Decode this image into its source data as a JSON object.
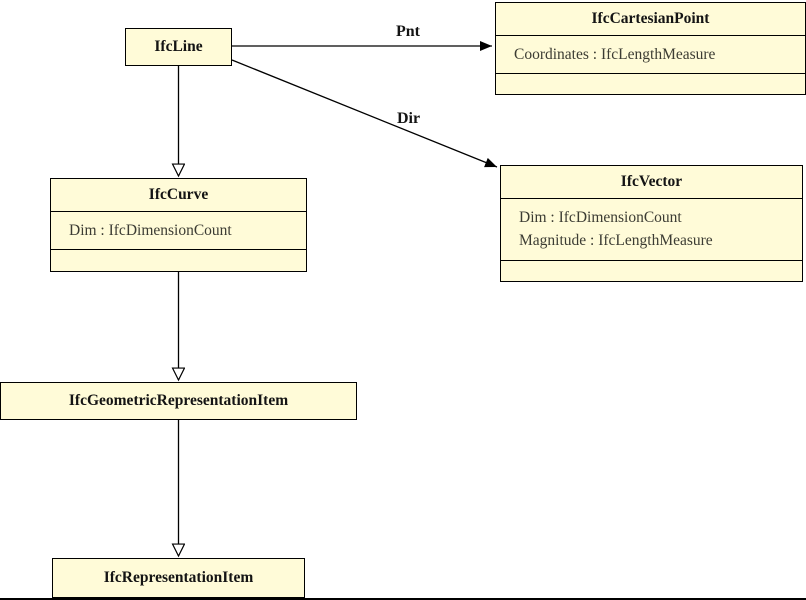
{
  "diagram": {
    "classes": {
      "ifcline": {
        "title": "IfcLine"
      },
      "ifccartesianpoint": {
        "title": "IfcCartesianPoint",
        "attributes": [
          "Coordinates : IfcLengthMeasure"
        ]
      },
      "ifcvector": {
        "title": "IfcVector",
        "attributes": [
          "Dim : IfcDimensionCount",
          "Magnitude : IfcLengthMeasure"
        ]
      },
      "ifccurve": {
        "title": "IfcCurve",
        "attributes": [
          "Dim : IfcDimensionCount"
        ]
      },
      "ifcgeometricrepresentationitem": {
        "title": "IfcGeometricRepresentationItem"
      },
      "ifcrepresentationitem": {
        "title": "IfcRepresentationItem"
      }
    },
    "edges": {
      "pnt": {
        "label": "Pnt",
        "from": "IfcLine",
        "to": "IfcCartesianPoint",
        "type": "association"
      },
      "dir": {
        "label": "Dir",
        "from": "IfcLine",
        "to": "IfcVector",
        "type": "association"
      },
      "inherit_line_curve": {
        "from": "IfcLine",
        "to": "IfcCurve",
        "type": "inheritance"
      },
      "inherit_curve_geomrepitem": {
        "from": "IfcCurve",
        "to": "IfcGeometricRepresentationItem",
        "type": "inheritance"
      },
      "inherit_geomrepitem_repitem": {
        "from": "IfcGeometricRepresentationItem",
        "to": "IfcRepresentationItem",
        "type": "inheritance"
      }
    },
    "colors": {
      "box_fill": "#fffbd8",
      "box_border": "#000000",
      "attr_text": "#3c3c33"
    }
  }
}
